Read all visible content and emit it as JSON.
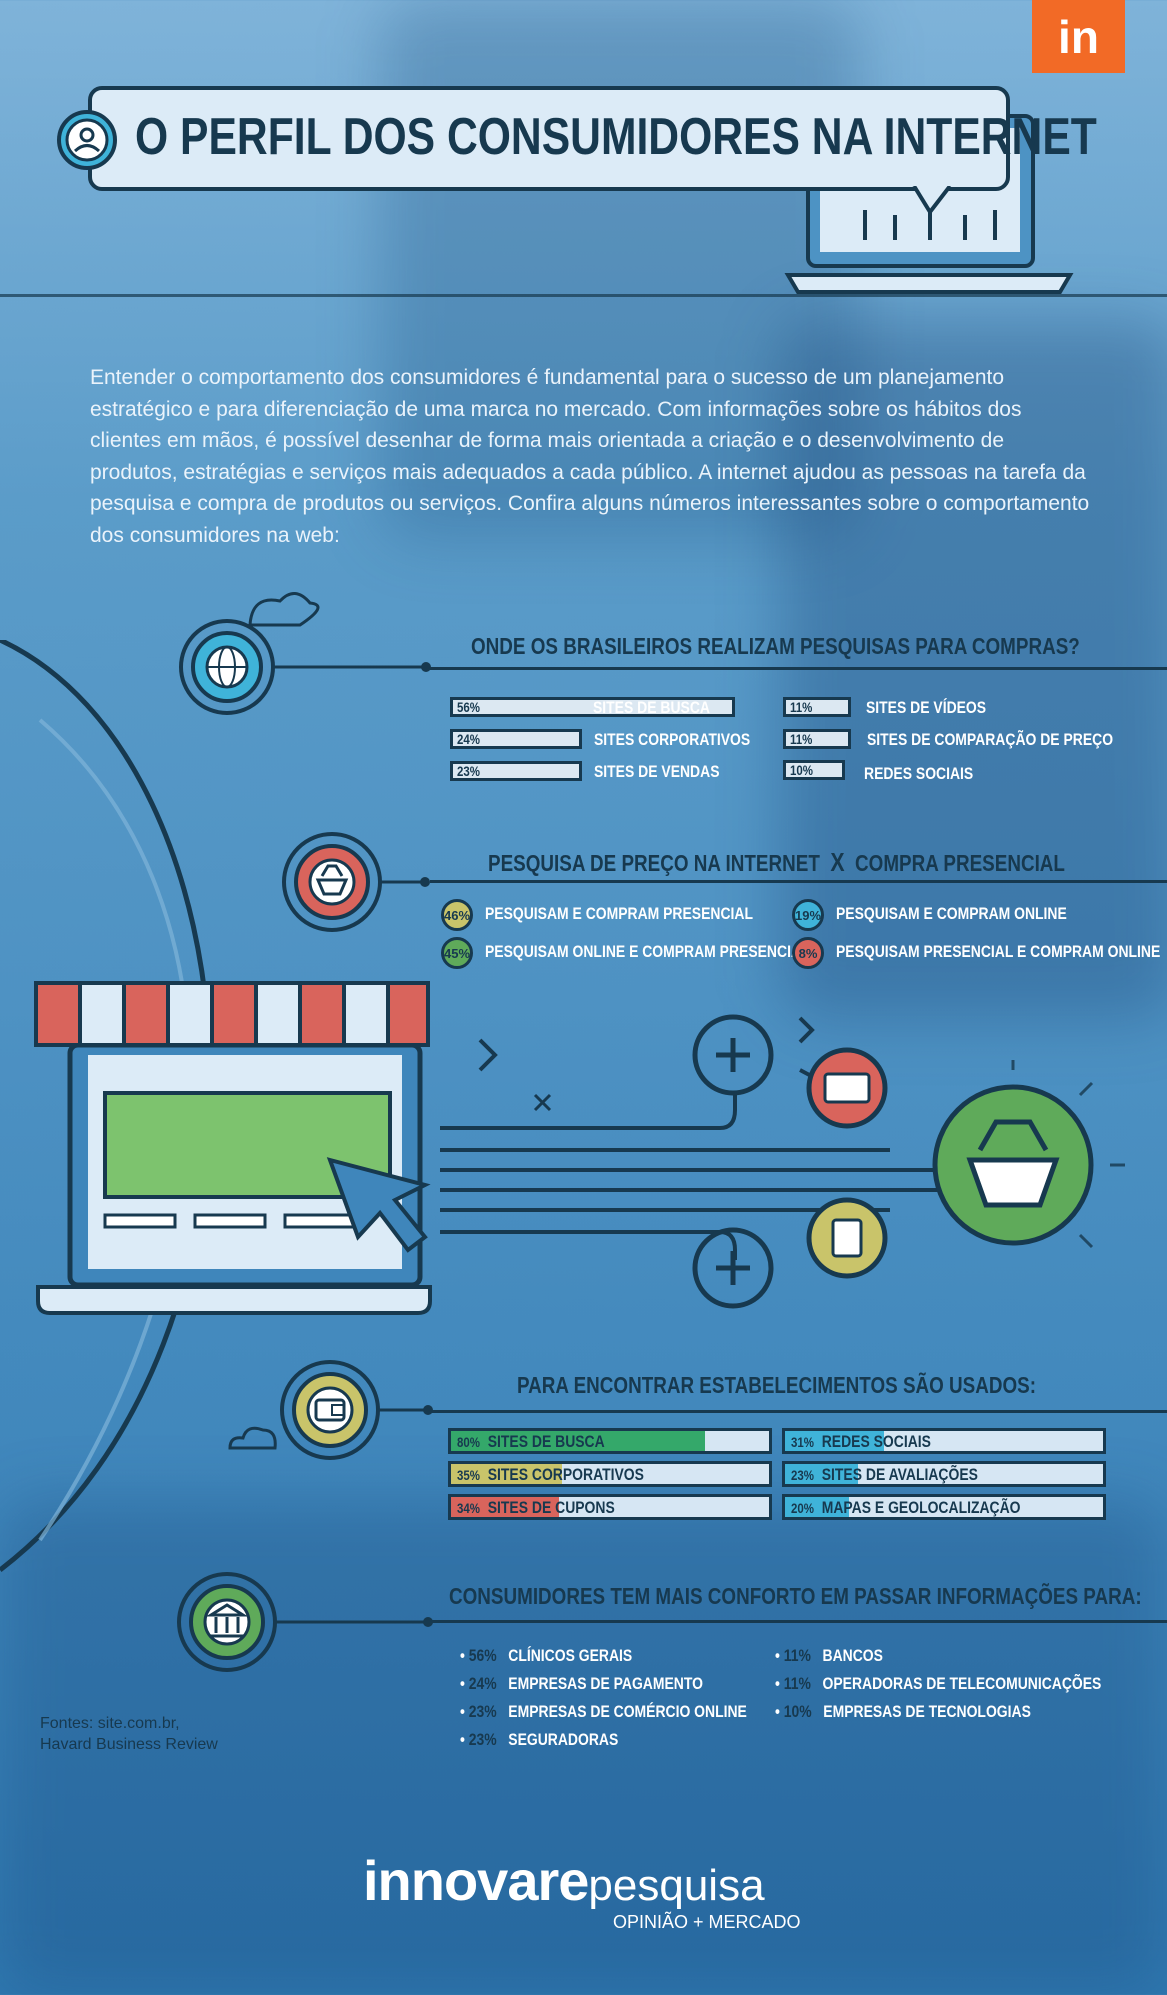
{
  "logo": {
    "text": "in"
  },
  "title": "O PERFIL DOS CONSUMIDORES NA INTERNET",
  "intro": "Entender o comportamento dos consumidores é fundamental para o sucesso de um planejamento estratégico e para diferenciação de uma marca no mercado. Com informações sobre os hábitos dos clientes em mãos, é possível desenhar de forma mais orientada a criação e o desenvolvimento de produtos, estratégias e serviços mais adequados a cada público. A internet ajudou as pessoas na tarefa da pesquisa e compra de produtos ou serviços. Confira alguns números interessantes sobre o comportamento dos consumidores na web:",
  "section1": {
    "title": "ONDE OS BRASILEIROS REALIZAM PESQUISAS PARA COMPRAS?",
    "left": [
      {
        "pct": "56%",
        "value": 56,
        "label": "SITES DE BUSCA"
      },
      {
        "pct": "24%",
        "value": 24,
        "label": "SITES CORPORATIVOS"
      },
      {
        "pct": "23%",
        "value": 23,
        "label": "SITES DE VENDAS"
      }
    ],
    "right": [
      {
        "pct": "11%",
        "value": 11,
        "label": "SITES DE VÍDEOS"
      },
      {
        "pct": "11%",
        "value": 11,
        "label": "SITES DE COMPARAÇÃO DE PREÇO"
      },
      {
        "pct": "10%",
        "value": 10,
        "label": "REDES SOCIAIS"
      }
    ]
  },
  "section2": {
    "title_a": "PESQUISA DE PREÇO NA INTERNET",
    "title_x": "X",
    "title_b": "COMPRA PRESENCIAL",
    "items": [
      {
        "pct": "46%",
        "label": "PESQUISAM E COMPRAM PRESENCIAL",
        "color": "#c9c46a"
      },
      {
        "pct": "45%",
        "label": "PESQUISAM ONLINE E COMPRAM PRESENCIAL",
        "color": "#5faa5a"
      },
      {
        "pct": "19%",
        "label": "PESQUISAM E COMPRAM ONLINE",
        "color": "#3fb3d9"
      },
      {
        "pct": "8%",
        "label": "PESQUISAM PRESENCIAL E COMPRAM ONLINE",
        "color": "#d9645c"
      }
    ]
  },
  "section3": {
    "title": "PARA ENCONTRAR ESTABELECIMENTOS SÃO USADOS:",
    "left": [
      {
        "pct": "80%",
        "value": 80,
        "label": "SITES DE BUSCA",
        "color": "#34a86a"
      },
      {
        "pct": "35%",
        "value": 35,
        "label": "SITES CORPORATIVOS",
        "color": "#c9c46a"
      },
      {
        "pct": "34%",
        "value": 34,
        "label": "SITES DE CUPONS",
        "color": "#d9645c"
      }
    ],
    "right": [
      {
        "pct": "31%",
        "value": 31,
        "label": "REDES SOCIAIS",
        "color": "#3fb3d9"
      },
      {
        "pct": "23%",
        "value": 23,
        "label": "SITES DE AVALIAÇÕES",
        "color": "#3fb3d9"
      },
      {
        "pct": "20%",
        "value": 20,
        "label": "MAPAS E GEOLOCALIZAÇÃO",
        "color": "#3fb3d9"
      }
    ]
  },
  "section4": {
    "title": "CONSUMIDORES TEM MAIS CONFORTO EM PASSAR INFORMAÇÕES PARA:",
    "left": [
      {
        "pct": "56%",
        "label": "CLÍNICOS GERAIS"
      },
      {
        "pct": "24%",
        "label": "EMPRESAS DE PAGAMENTO"
      },
      {
        "pct": "23%",
        "label": "EMPRESAS DE COMÉRCIO ONLINE"
      },
      {
        "pct": "23%",
        "label": "SEGURADORAS"
      }
    ],
    "right": [
      {
        "pct": "11%",
        "label": "BANCOS"
      },
      {
        "pct": "11%",
        "label": "OPERADORAS DE TELECOMUNICAÇÕES"
      },
      {
        "pct": "10%",
        "label": "EMPRESAS DE TECNOLOGIAS"
      }
    ]
  },
  "sources": {
    "line1": "Fontes: site.com.br,",
    "line2": "Havard Business Review"
  },
  "brand": {
    "name_a": "innovare",
    "name_b": "pesquisa",
    "tagline": "OPINIÃO + MERCADO"
  }
}
